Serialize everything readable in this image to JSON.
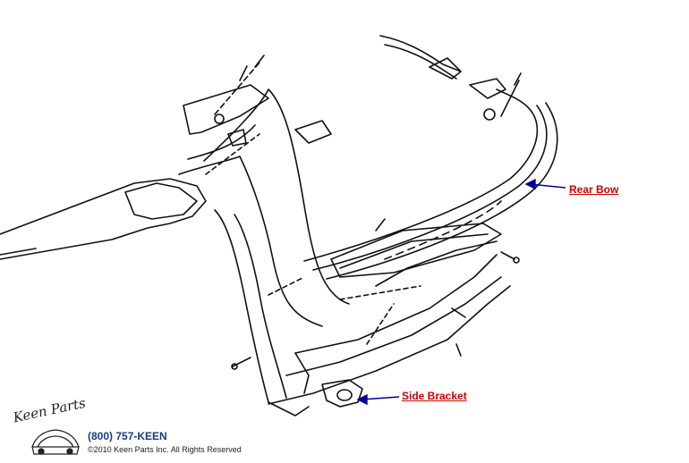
{
  "callouts": {
    "rear_bow": "Rear Bow",
    "side_bracket": "Side Bracket"
  },
  "footer": {
    "logo_text": "Keen Parts",
    "phone": "(800) 757-KEEN",
    "copyright": "©2010 Keen Parts Inc. All Rights Reserved"
  },
  "colors": {
    "callout_text": "#cc0000",
    "arrow": "#000099",
    "line_art": "#111111",
    "phone": "#1a3a8a"
  }
}
